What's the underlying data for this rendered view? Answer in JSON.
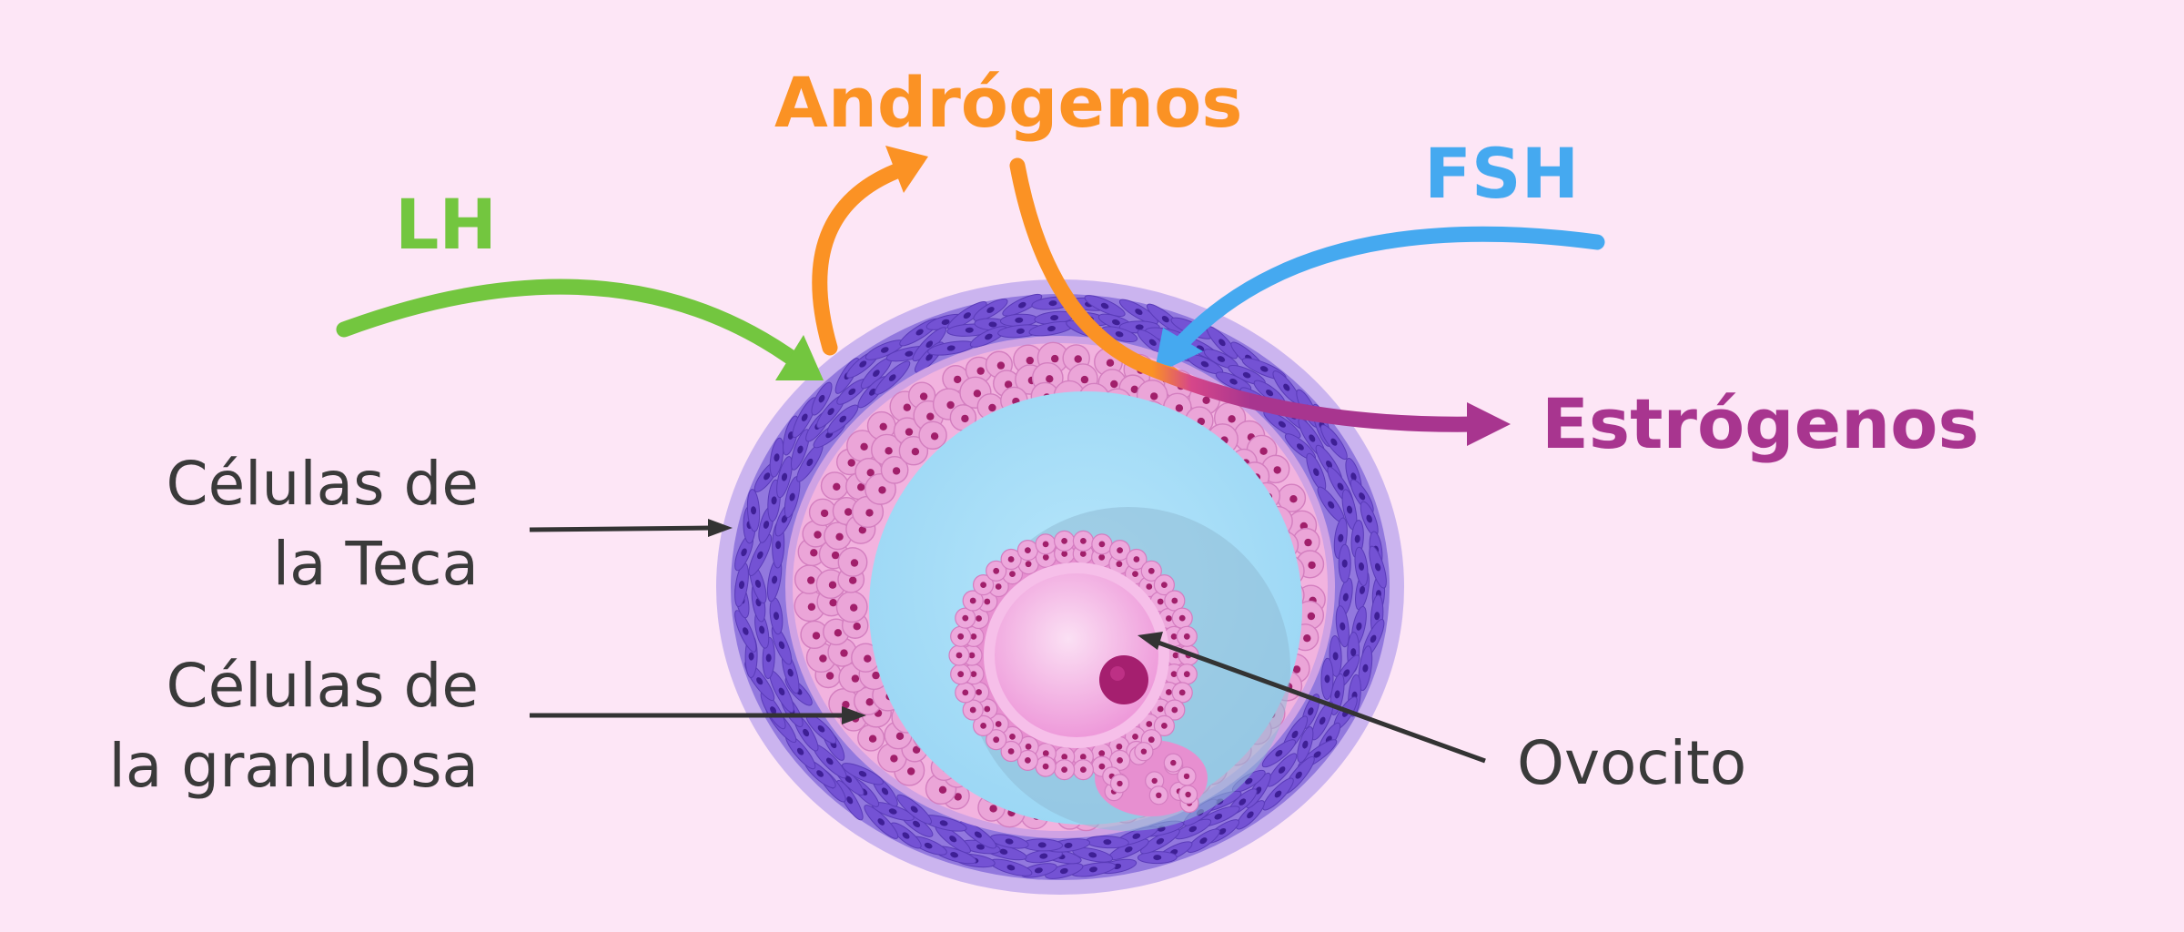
{
  "colors": {
    "background": "#fde6f6",
    "lh": "#73c63f",
    "fsh": "#45a9f0",
    "androgens": "#fb9224",
    "estrogens": "#a8358f",
    "label_text": "#3a3a3a",
    "theca": "#7e5ad8",
    "granulosa": "#e896d2",
    "antrum": "#a3dcf7",
    "oocyte": "#f3a6e2",
    "nucleus": "#a51f6f"
  },
  "hormones": {
    "lh": "LH",
    "androgens": "Andrógenos",
    "fsh": "FSH",
    "estrogens": "Estrógenos"
  },
  "labels": {
    "theca": [
      "Células de",
      "la Teca"
    ],
    "granulosa": [
      "Células de",
      "la granulosa"
    ],
    "oocyte": "Ovocito"
  }
}
